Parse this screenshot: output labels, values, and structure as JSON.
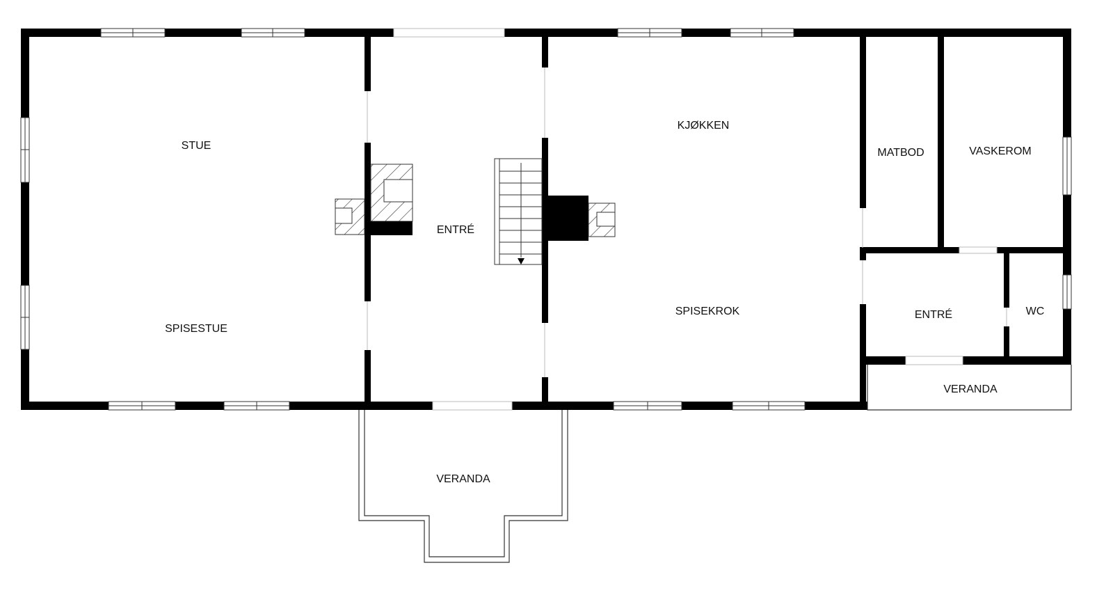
{
  "rooms": {
    "stue": "STUE",
    "spisestue": "SPISESTUE",
    "entre_main": "ENTRÉ",
    "kjokken": "KJØKKEN",
    "spisekrok": "SPISEKROK",
    "matbod": "MATBOD",
    "vaskerom": "VASKEROM",
    "entre_side": "ENTRÉ",
    "wc": "WC",
    "veranda_side": "VERANDA",
    "veranda_front": "VERANDA"
  },
  "colors": {
    "wall": "#000000",
    "background": "#ffffff",
    "line": "#333333"
  },
  "icons": {
    "stairs": "stairs-icon",
    "fireplace": "fireplace-icon",
    "chimney": "chimney-icon"
  }
}
